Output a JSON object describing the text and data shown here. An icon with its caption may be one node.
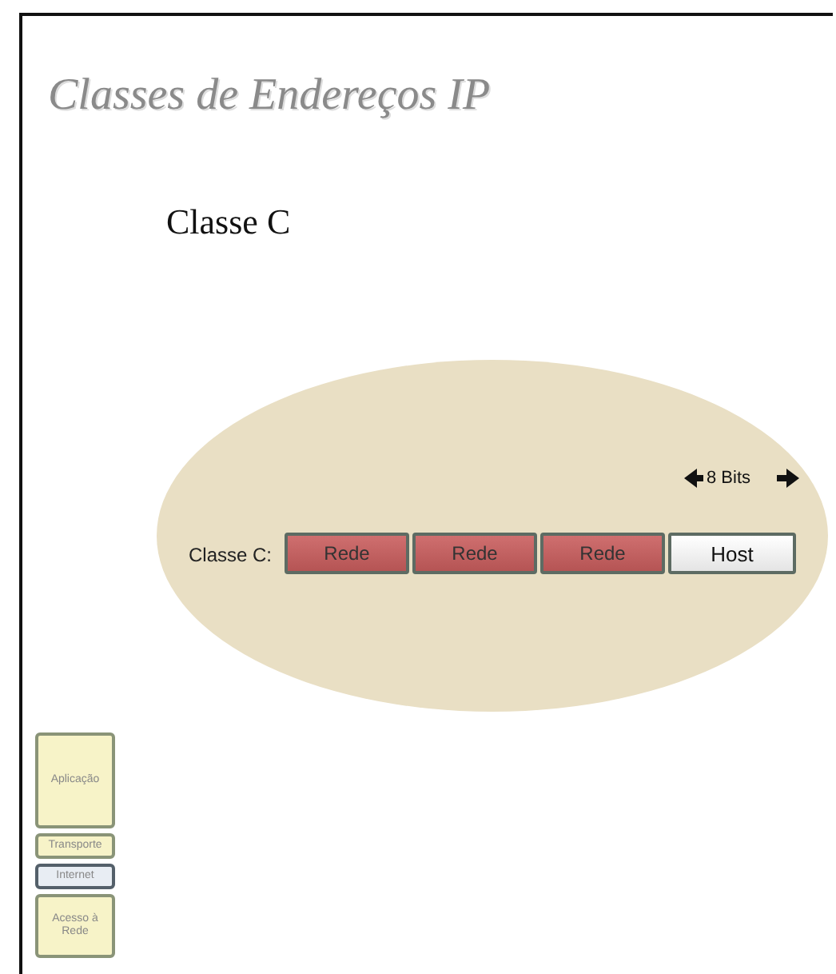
{
  "diagram": {
    "title": "Classes de Endereços IP",
    "nodes": [
      {
        "text": [],
        "shape": "ellipse"
      },
      {
        "text": [
          "Rede"
        ],
        "in": 0
      },
      {
        "text": [
          "Rede"
        ],
        "in": 0
      },
      {
        "text": [
          "Rede"
        ],
        "in": 0
      },
      {
        "text": [
          "Host"
        ],
        "in": 0
      },
      {
        "text": [
          "Aplicação"
        ]
      },
      {
        "text": [
          "Transporte"
        ]
      },
      {
        "text": [
          "Internet"
        ]
      },
      {
        "text": [
          "Acesso à Rede"
        ]
      }
    ],
    "edges": [],
    "labels": [
      "Classe C",
      "Classe C:",
      "8 Bits"
    ]
  }
}
